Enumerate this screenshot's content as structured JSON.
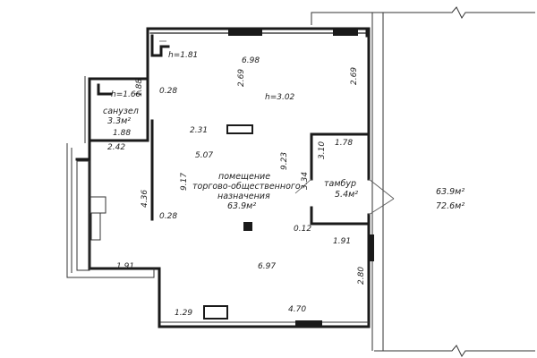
{
  "colors": {
    "ink": "#1a1a1a",
    "paper": "#ffffff"
  },
  "dimensions": {
    "top_wall": "6.98",
    "h_corner": "h=1.81",
    "h_room": "h=3.02",
    "left_upper_v": "2.69",
    "right_upper_v": "2.69",
    "d_028_top": "0.28",
    "d_188_v": "1.88",
    "h_san": "h=1.66",
    "d_188_h": "1.88",
    "d_231": "2.31",
    "d_242": "2.42",
    "d_507": "5.07",
    "d_917": "9.17",
    "d_436": "4.36",
    "d_028_mid": "0.28",
    "d_923": "9.23",
    "d_334": "3.34",
    "d_178": "1.78",
    "d_310": "3.10",
    "d_012": "0.12",
    "d_191_right": "1.91",
    "d_191_left": "1.91",
    "d_697": "6.97",
    "d_280": "2.80",
    "d_129": "1.29",
    "d_470": "4.70"
  },
  "rooms": {
    "sanuzel_name": "санузел",
    "sanuzel_area": "3.3м²",
    "main_name_1": "помещение",
    "main_name_2": "торгово-общественного",
    "main_name_3": "назначения",
    "main_area": "63.9м²",
    "tambur_name": "тамбур",
    "tambur_area": "5.4м²"
  },
  "totals": {
    "area_net": "63.9м²",
    "area_total": "72.6м²"
  }
}
